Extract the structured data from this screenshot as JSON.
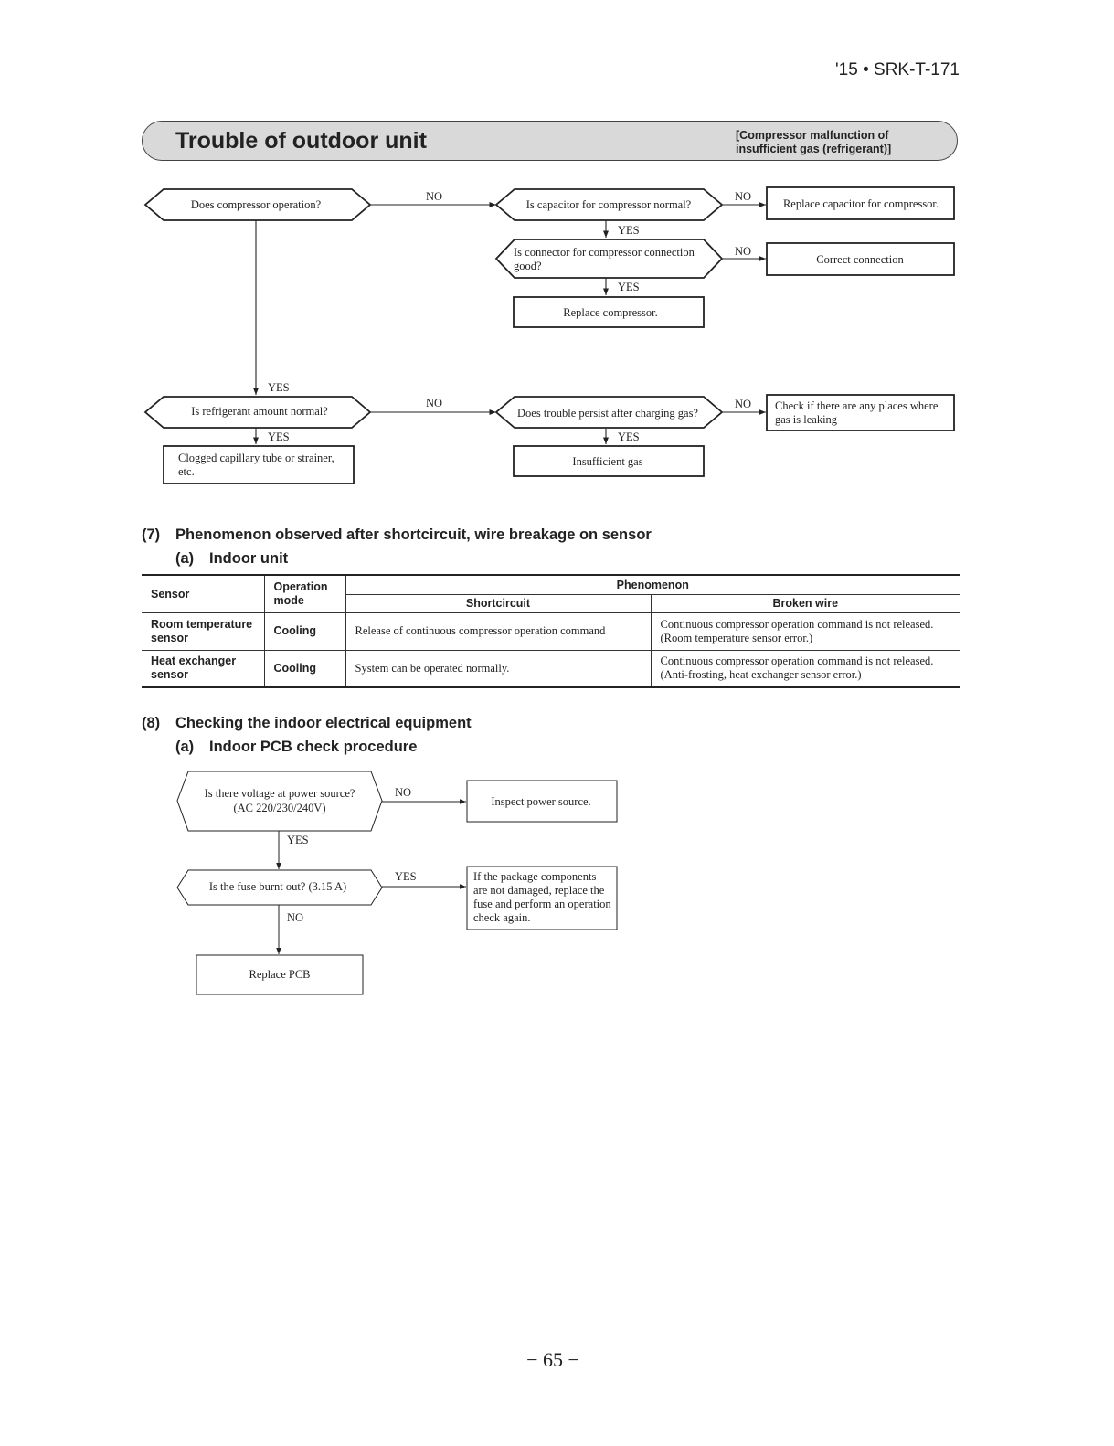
{
  "header": {
    "doc_code": "'15 • SRK-T-171"
  },
  "banner": {
    "title": "Trouble of outdoor unit",
    "subtitle": "[Compressor malfunction of insufficient gas (refrigerant)]"
  },
  "outdoor_flow": {
    "q_compressor_operation": "Does compressor operation?",
    "q_capacitor_normal": "Is capacitor for compressor normal?",
    "a_replace_capacitor": "Replace capacitor for compressor.",
    "q_connector_line1": "Is connector for compressor connection",
    "q_connector_line2": "good?",
    "a_correct_connection": "Correct connection",
    "a_replace_compressor": "Replace compressor.",
    "q_refrigerant_normal": "Is refrigerant amount normal?",
    "q_trouble_persist": "Does trouble persist after charging gas?",
    "a_check_leak_line1": "Check if there are any places where",
    "a_check_leak_line2": "gas is leaking",
    "a_clogged_line1": "Clogged capillary tube or strainer,",
    "a_clogged_line2": "etc.",
    "a_insufficient_gas": "Insufficient gas",
    "yes": "YES",
    "no": "NO"
  },
  "section7": {
    "number": "(7)",
    "title": "Phenomenon observed after shortcircuit, wire breakage on sensor",
    "sub_number": "(a)",
    "sub_title": "Indoor unit"
  },
  "sensor_table": {
    "headers": {
      "sensor": "Sensor",
      "operation_mode": "Operation mode",
      "phenomenon": "Phenomenon",
      "shortcircuit": "Shortcircuit",
      "broken_wire": "Broken wire"
    },
    "rows": [
      {
        "sensor": "Room temperature sensor",
        "mode": "Cooling",
        "shortcircuit": "Release of continuous compressor operation command",
        "broken_line1": "Continuous compressor operation command is not released.",
        "broken_line2": "(Room temperature sensor error.)"
      },
      {
        "sensor": "Heat exchanger sensor",
        "mode": "Cooling",
        "shortcircuit": "System can be operated normally.",
        "broken_line1": "Continuous compressor operation command is not released.",
        "broken_line2": "(Anti-frosting, heat exchanger sensor error.)"
      }
    ]
  },
  "section8": {
    "number": "(8)",
    "title": "Checking the indoor electrical equipment",
    "sub_number": "(a)",
    "sub_title": "Indoor PCB check procedure"
  },
  "pcb_flow": {
    "q_voltage_line1": "Is there voltage at power source?",
    "q_voltage_line2": "(AC 220/230/240V)",
    "a_inspect_power": "Inspect  power  source.",
    "q_fuse": "Is the fuse burnt out? (3.15 A)",
    "a_package_line1": "If the package components",
    "a_package_line2": "are not damaged, replace the",
    "a_package_line3": "fuse and perform an operation",
    "a_package_line4": "check again.",
    "a_replace_pcb": "Replace PCB",
    "yes": "YES",
    "no": "NO"
  },
  "footer": {
    "page_number": "− 65 −"
  }
}
